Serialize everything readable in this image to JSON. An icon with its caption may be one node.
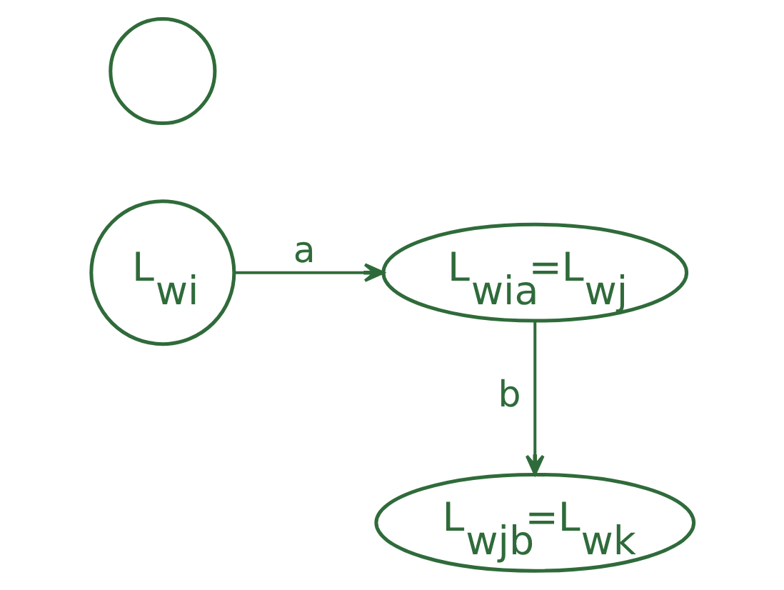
{
  "diagram": {
    "nodes": [
      {
        "text": [
          "L$_{wi}$"
        ]
      },
      {
        "text": [
          "L$_{wia}$=L$_{wj}$"
        ]
      },
      {
        "text": [
          "L$_{wjb}$=L$_{wk}$"
        ]
      },
      {
        "text": [],
        "shape": "circle"
      }
    ],
    "edges": [
      {
        "from": 0,
        "to": 1,
        "arrow": "to",
        "label": "a"
      },
      {
        "from": 1,
        "to": 2,
        "arrow": "to",
        "label": "b"
      }
    ]
  }
}
